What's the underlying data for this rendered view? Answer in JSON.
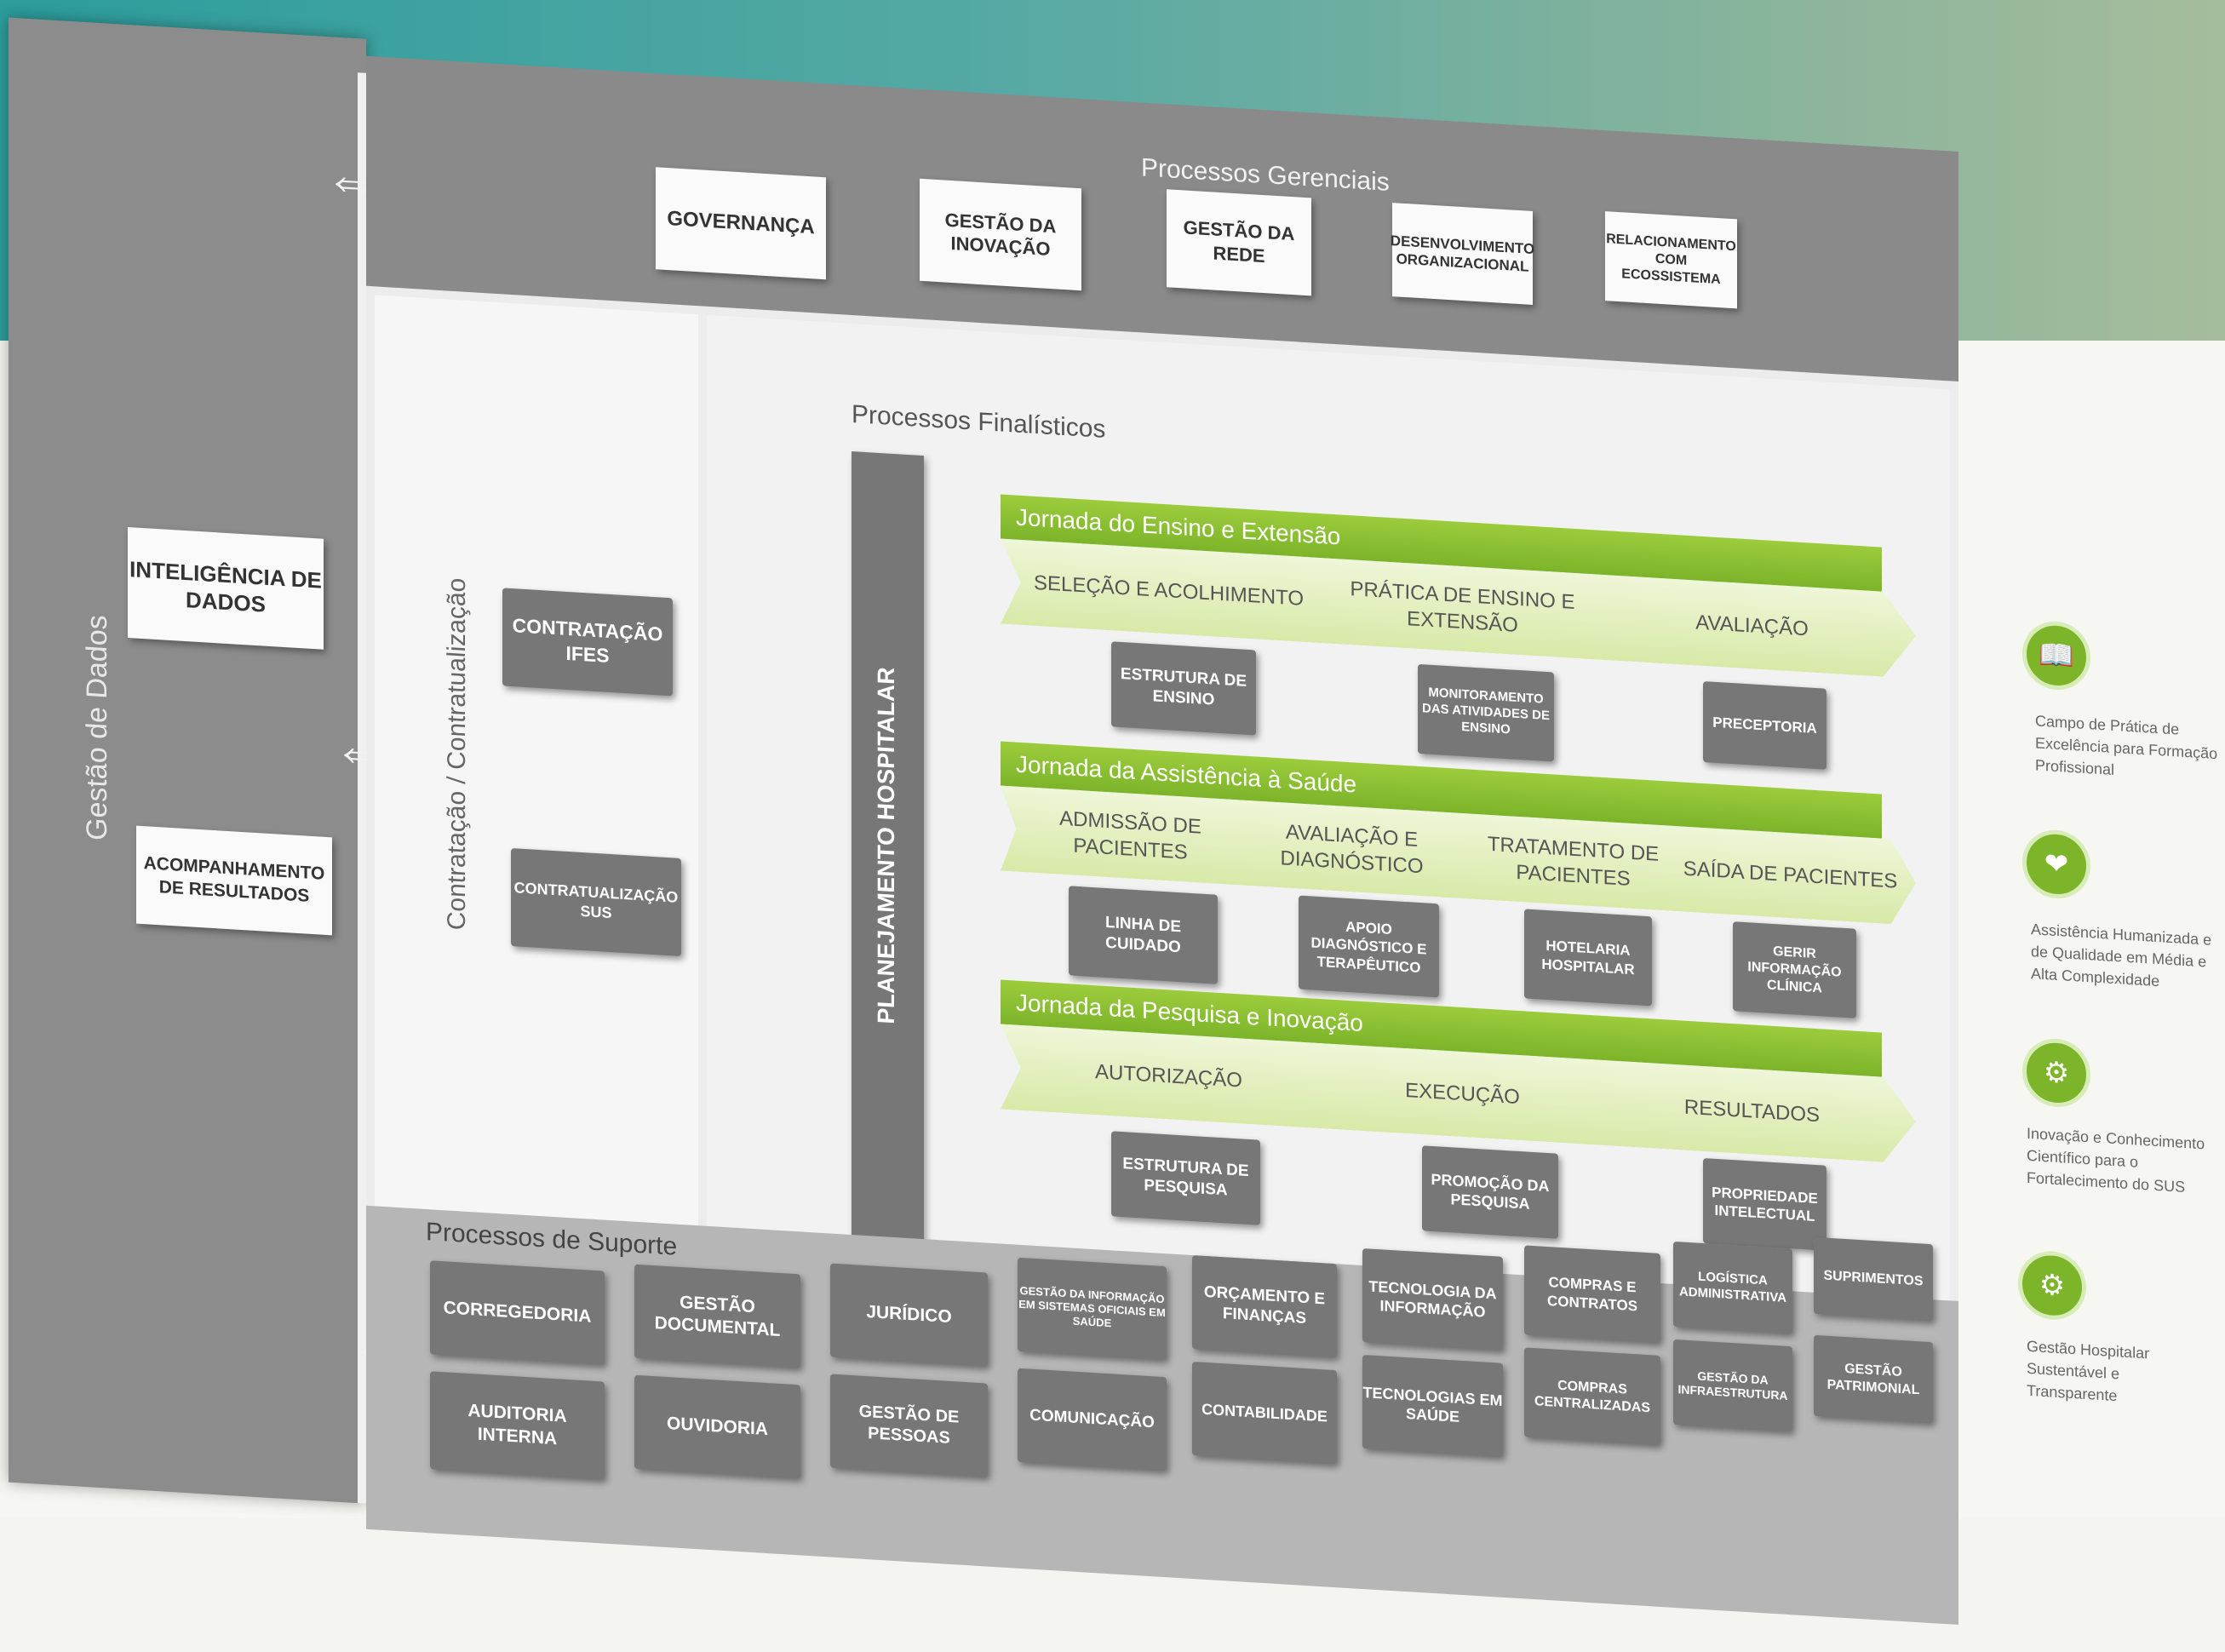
{
  "left_column": {
    "title": "Gestão de Dados",
    "box_intel": "INTELIGÊNCIA DE DADOS",
    "box_results": "ACOMPANHAMENTO DE RESULTADOS"
  },
  "management": {
    "title": "Processos Gerenciais",
    "items": [
      "GOVERNANÇA",
      "GESTÃO DA INOVAÇÃO",
      "GESTÃO DA REDE",
      "DESENVOLVIMENTO ORGANIZACIONAL",
      "RELACIONAMENTO COM ECOSSISTEMA"
    ]
  },
  "contracting": {
    "title": "Contratação / Contratualização",
    "items": [
      "CONTRATAÇÃO IFES",
      "CONTRATUALIZAÇÃO SUS"
    ]
  },
  "final_processes": {
    "title": "Processos Finalísticos",
    "planning": "PLANEJAMENTO HOSPITALAR",
    "journeys": [
      {
        "name": "Jornada do Ensino e Extensão",
        "steps": [
          "SELEÇÃO E ACOLHIMENTO",
          "PRÁTICA DE ENSINO E EXTENSÃO",
          "AVALIAÇÃO"
        ],
        "supports": [
          "ESTRUTURA DE ENSINO",
          "MONITORAMENTO DAS ATIVIDADES DE ENSINO",
          "PRECEPTORIA"
        ]
      },
      {
        "name": "Jornada da Assistência à Saúde",
        "steps": [
          "ADMISSÃO DE PACIENTES",
          "AVALIAÇÃO E DIAGNÓSTICO",
          "TRATAMENTO DE PACIENTES",
          "SAÍDA DE PACIENTES"
        ],
        "supports": [
          "LINHA DE CUIDADO",
          "APOIO DIAGNÓSTICO E TERAPÊUTICO",
          "HOTELARIA HOSPITALAR",
          "GERIR INFORMAÇÃO CLÍNICA"
        ]
      },
      {
        "name": "Jornada da Pesquisa e Inovação",
        "steps": [
          "AUTORIZAÇÃO",
          "EXECUÇÃO",
          "RESULTADOS"
        ],
        "supports": [
          "ESTRUTURA DE PESQUISA",
          "PROMOÇÃO DA PESQUISA",
          "PROPRIEDADE INTELECTUAL"
        ]
      }
    ]
  },
  "support": {
    "title": "Processos de Suporte",
    "top_row": [
      "CORREGEDORIA",
      "GESTÃO DOCUMENTAL",
      "JURÍDICO",
      "GESTÃO DA INFORMAÇÃO EM SISTEMAS OFICIAIS EM SAÚDE",
      "ORÇAMENTO E FINANÇAS",
      "TECNOLOGIA DA INFORMAÇÃO",
      "COMPRAS E CONTRATOS",
      "LOGÍSTICA ADMINISTRATIVA",
      "SUPRIMENTOS"
    ],
    "bottom_row": [
      "AUDITORIA INTERNA",
      "OUVIDORIA",
      "GESTÃO DE PESSOAS",
      "COMUNICAÇÃO",
      "CONTABILIDADE",
      "TECNOLOGIAS EM SAÚDE",
      "COMPRAS CENTRALIZADAS",
      "GESTÃO DA INFRAESTRUTURA",
      "GESTÃO PATRIMONIAL"
    ]
  },
  "outcomes": [
    {
      "icon": "book-icon",
      "text": "Campo de Prática de Excelência para Formação Profissional"
    },
    {
      "icon": "heart-hands-icon",
      "text": "Assistência Humanizada e de Qualidade em Média e Alta Complexidade"
    },
    {
      "icon": "research-icon",
      "text": "Inovação e Conhecimento Científico para o Fortalecimento do SUS"
    },
    {
      "icon": "gears-icon",
      "text": "Gestão Hospitalar Sustentável e Transparente"
    }
  ],
  "colors": {
    "green": "#7cb42a",
    "gray_box": "#777777",
    "panel_gray": "#8a8a8a"
  }
}
